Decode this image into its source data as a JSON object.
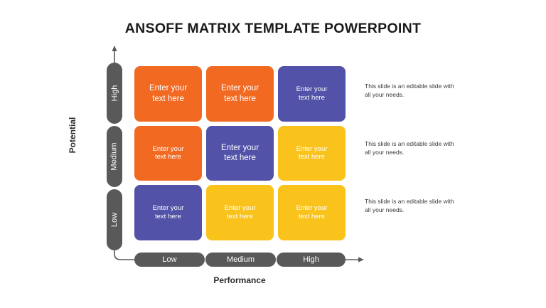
{
  "slide": {
    "title": "ANSOFF MATRIX TEMPLATE POWERPOINT"
  },
  "colors": {
    "orange": "#F26A22",
    "purple": "#5152A8",
    "yellow": "#FAC31C",
    "axis_gray": "#595959",
    "title_text": "#1b1b1b",
    "note_text": "#3a3a3a"
  },
  "axes": {
    "y": {
      "title": "Potential",
      "ticks": [
        {
          "label": "High"
        },
        {
          "label": "Medium"
        },
        {
          "label": "Low"
        }
      ]
    },
    "x": {
      "title": "Performance",
      "ticks": [
        {
          "label": "Low"
        },
        {
          "label": "Medium"
        },
        {
          "label": "High"
        }
      ]
    }
  },
  "matrix": {
    "cell_text": "Enter your text here",
    "cells": [
      {
        "row": "High",
        "col": "Low",
        "color": "orange",
        "emphasis": "big",
        "text_line1": "Enter your",
        "text_line2": "text here"
      },
      {
        "row": "High",
        "col": "Medium",
        "color": "orange",
        "emphasis": "big",
        "text_line1": "Enter your",
        "text_line2": "text here"
      },
      {
        "row": "High",
        "col": "High",
        "color": "purple",
        "emphasis": "small",
        "text_line1": "Enter your",
        "text_line2": "text here"
      },
      {
        "row": "Medium",
        "col": "Low",
        "color": "orange",
        "emphasis": "small",
        "text_line1": "Enter your",
        "text_line2": "text here"
      },
      {
        "row": "Medium",
        "col": "Medium",
        "color": "purple",
        "emphasis": "big",
        "text_line1": "Enter your",
        "text_line2": "text here"
      },
      {
        "row": "Medium",
        "col": "High",
        "color": "yellow",
        "emphasis": "small",
        "text_line1": "Enter your",
        "text_line2": "text here"
      },
      {
        "row": "Low",
        "col": "Low",
        "color": "purple",
        "emphasis": "small",
        "text_line1": "Enter your",
        "text_line2": "text here"
      },
      {
        "row": "Low",
        "col": "Medium",
        "color": "yellow",
        "emphasis": "small",
        "text_line1": "Enter your",
        "text_line2": "text here"
      },
      {
        "row": "Low",
        "col": "High",
        "color": "yellow",
        "emphasis": "small",
        "text_line1": "Enter your",
        "text_line2": "text here"
      }
    ]
  },
  "notes": [
    {
      "line1": "This slide is an editable",
      "line2": "slide with all your needs."
    },
    {
      "line1": "This slide is an editable",
      "line2": "slide with all your needs."
    },
    {
      "line1": "This slide is an editable",
      "line2": "slide with all your needs."
    }
  ],
  "chart_data": {
    "type": "heatmap",
    "title": "ANSOFF MATRIX TEMPLATE POWERPOINT",
    "xlabel": "Performance",
    "ylabel": "Potential",
    "x_categories": [
      "Low",
      "Medium",
      "High"
    ],
    "y_categories": [
      "High",
      "Medium",
      "Low"
    ],
    "grid": false,
    "legend": "none",
    "cells": [
      [
        "orange",
        "orange",
        "purple"
      ],
      [
        "orange",
        "purple",
        "yellow"
      ],
      [
        "purple",
        "yellow",
        "yellow"
      ]
    ],
    "cell_labels": [
      [
        "Enter your text here",
        "Enter your text here",
        "Enter your text here"
      ],
      [
        "Enter your text here",
        "Enter your text here",
        "Enter your text here"
      ],
      [
        "Enter your text here",
        "Enter your text here",
        "Enter your text here"
      ]
    ],
    "emphasis": [
      [
        "big",
        "big",
        "small"
      ],
      [
        "small",
        "big",
        "small"
      ],
      [
        "small",
        "small",
        "small"
      ]
    ]
  }
}
